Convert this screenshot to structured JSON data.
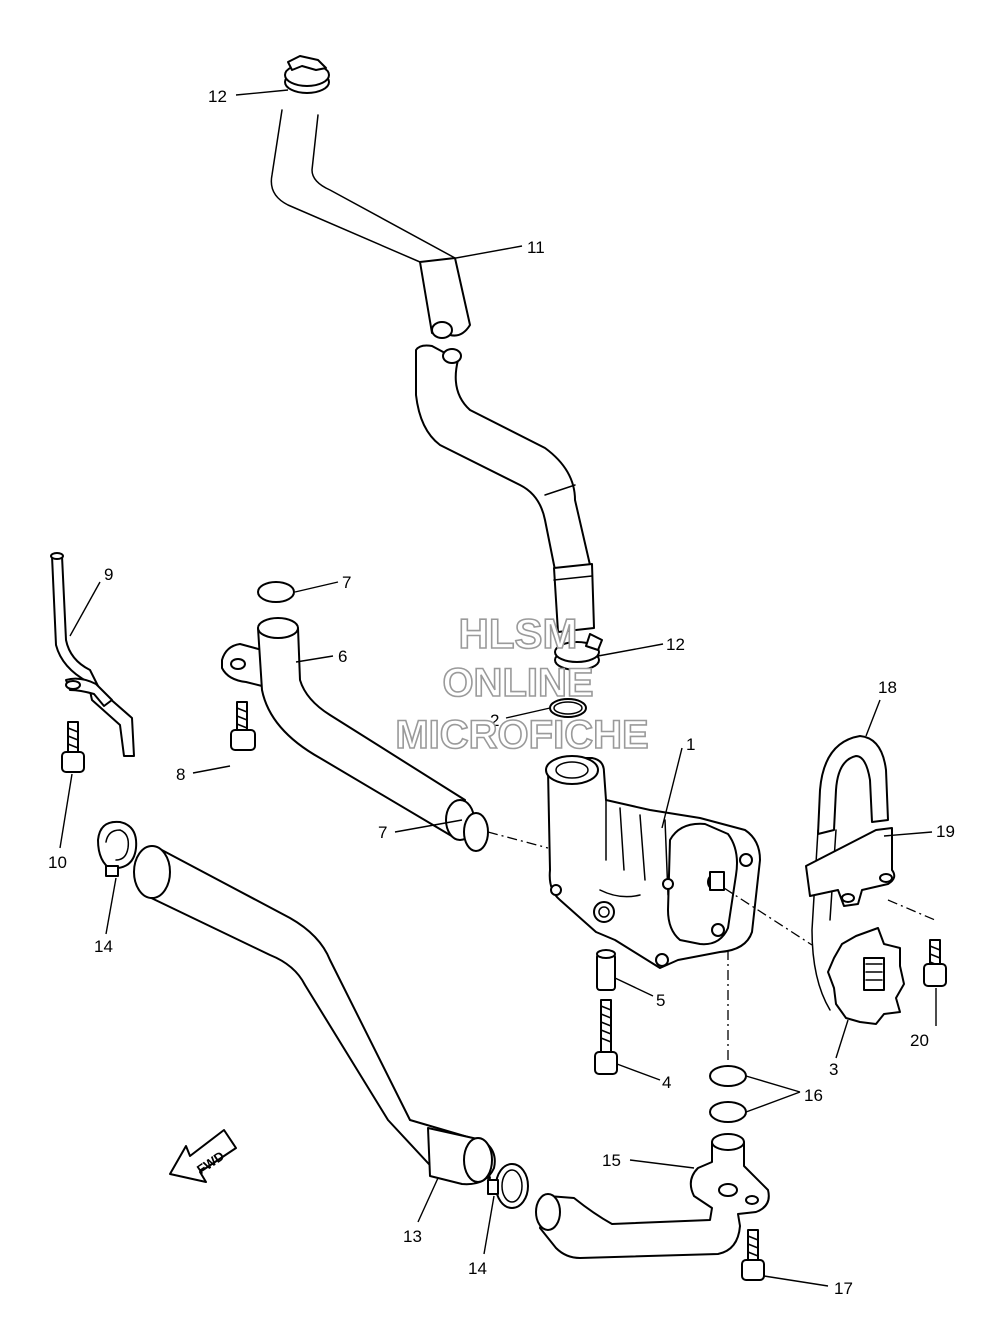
{
  "watermark": {
    "line1": "HLSM",
    "line2": "ONLINE",
    "line3": "MICROFICHE"
  },
  "direction_arrow": {
    "label": "FWD"
  },
  "callouts": [
    "1",
    "2",
    "3",
    "4",
    "5",
    "6",
    "7",
    "7",
    "8",
    "9",
    "10",
    "11",
    "12",
    "12",
    "13",
    "14",
    "14",
    "15",
    "16",
    "17",
    "18",
    "19",
    "20"
  ]
}
